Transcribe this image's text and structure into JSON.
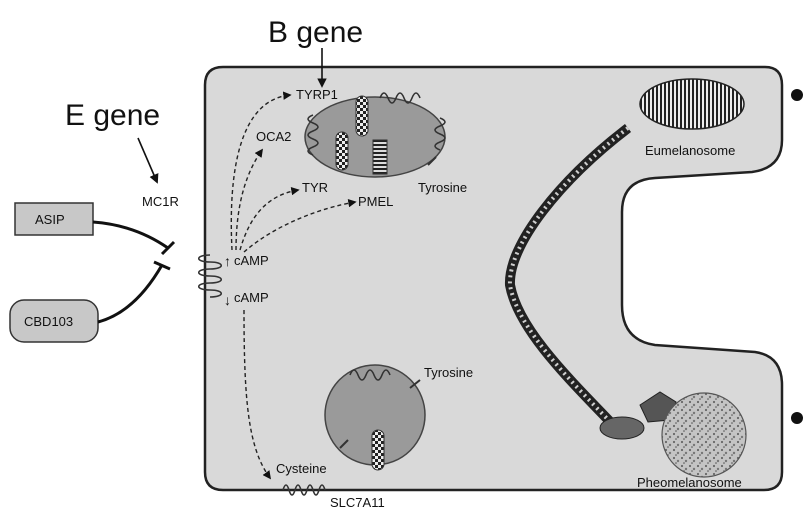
{
  "genes": {
    "b_gene": "B gene",
    "e_gene": "E gene"
  },
  "receptor": {
    "mc1r": "MC1R"
  },
  "inputs": {
    "asip": "ASIP",
    "cbd103": "CBD103"
  },
  "signaling": {
    "camp_up": "cAMP",
    "camp_down": "cAMP"
  },
  "eumelanin_targets": {
    "tyrp1": "TYRP1",
    "oca2": "OCA2",
    "tyr": "TYR",
    "pmel": "PMEL",
    "tyrosine": "Tyrosine"
  },
  "pheomelanin_pathway": {
    "tyrosine": "Tyrosine",
    "cysteine": "Cysteine",
    "slc7a11": "SLC7A11"
  },
  "organelles": {
    "eumelanosome": "Eumelanosome",
    "pheomelanosome": "Pheomelanosome"
  },
  "colors": {
    "cell_fill": "#d9d9d9",
    "melanosome_fill": "#9a9a9a",
    "box_fill": "#c8c8c8"
  }
}
